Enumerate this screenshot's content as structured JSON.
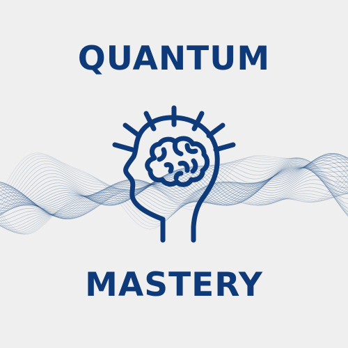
{
  "title": {
    "top": "QUANTUM",
    "bottom": "MASTERY"
  },
  "icons": {
    "main": "head-brain-lightbulb-icon",
    "background": "wave-lines"
  },
  "colors": {
    "background": "#efefef",
    "text": "#0f3a7a",
    "icon": "#0f3a7a",
    "waves": "#1d4d86"
  }
}
